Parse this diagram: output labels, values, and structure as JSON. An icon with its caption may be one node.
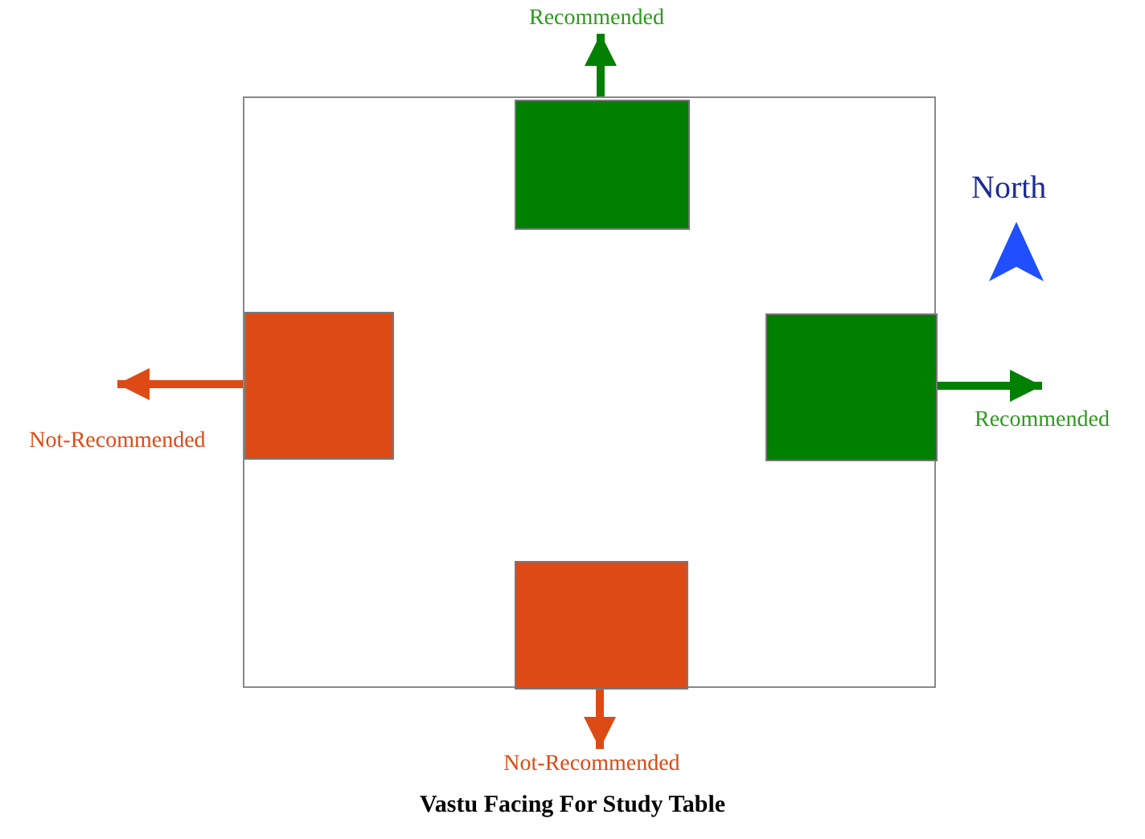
{
  "diagram": {
    "caption": "Vastu Facing For Study Table",
    "nodes": [
      {
        "text": [],
        "shape": "box"
      },
      {
        "text": [],
        "shape": "box",
        "in": 0
      },
      {
        "text": [],
        "shape": "box",
        "in": 0
      },
      {
        "text": [],
        "shape": "box",
        "in": 0
      },
      {
        "text": [],
        "shape": "box",
        "in": 0
      },
      {
        "text": [
          "Recommended"
        ]
      },
      {
        "text": [
          "Not-Recommended"
        ]
      },
      {
        "text": [
          "Recommended"
        ]
      },
      {
        "text": [
          "Not-Recommended"
        ]
      }
    ],
    "edges": [
      {
        "from": 1,
        "to": 5,
        "arrow": "to",
        "color": "#008000"
      },
      {
        "from": 2,
        "to": 6,
        "arrow": "to",
        "color": "#de4a16"
      },
      {
        "from": 3,
        "to": 7,
        "arrow": "to",
        "color": "#008000"
      },
      {
        "from": 4,
        "to": 8,
        "arrow": "to",
        "color": "#de4a16"
      }
    ],
    "labels": [
      "North"
    ]
  }
}
